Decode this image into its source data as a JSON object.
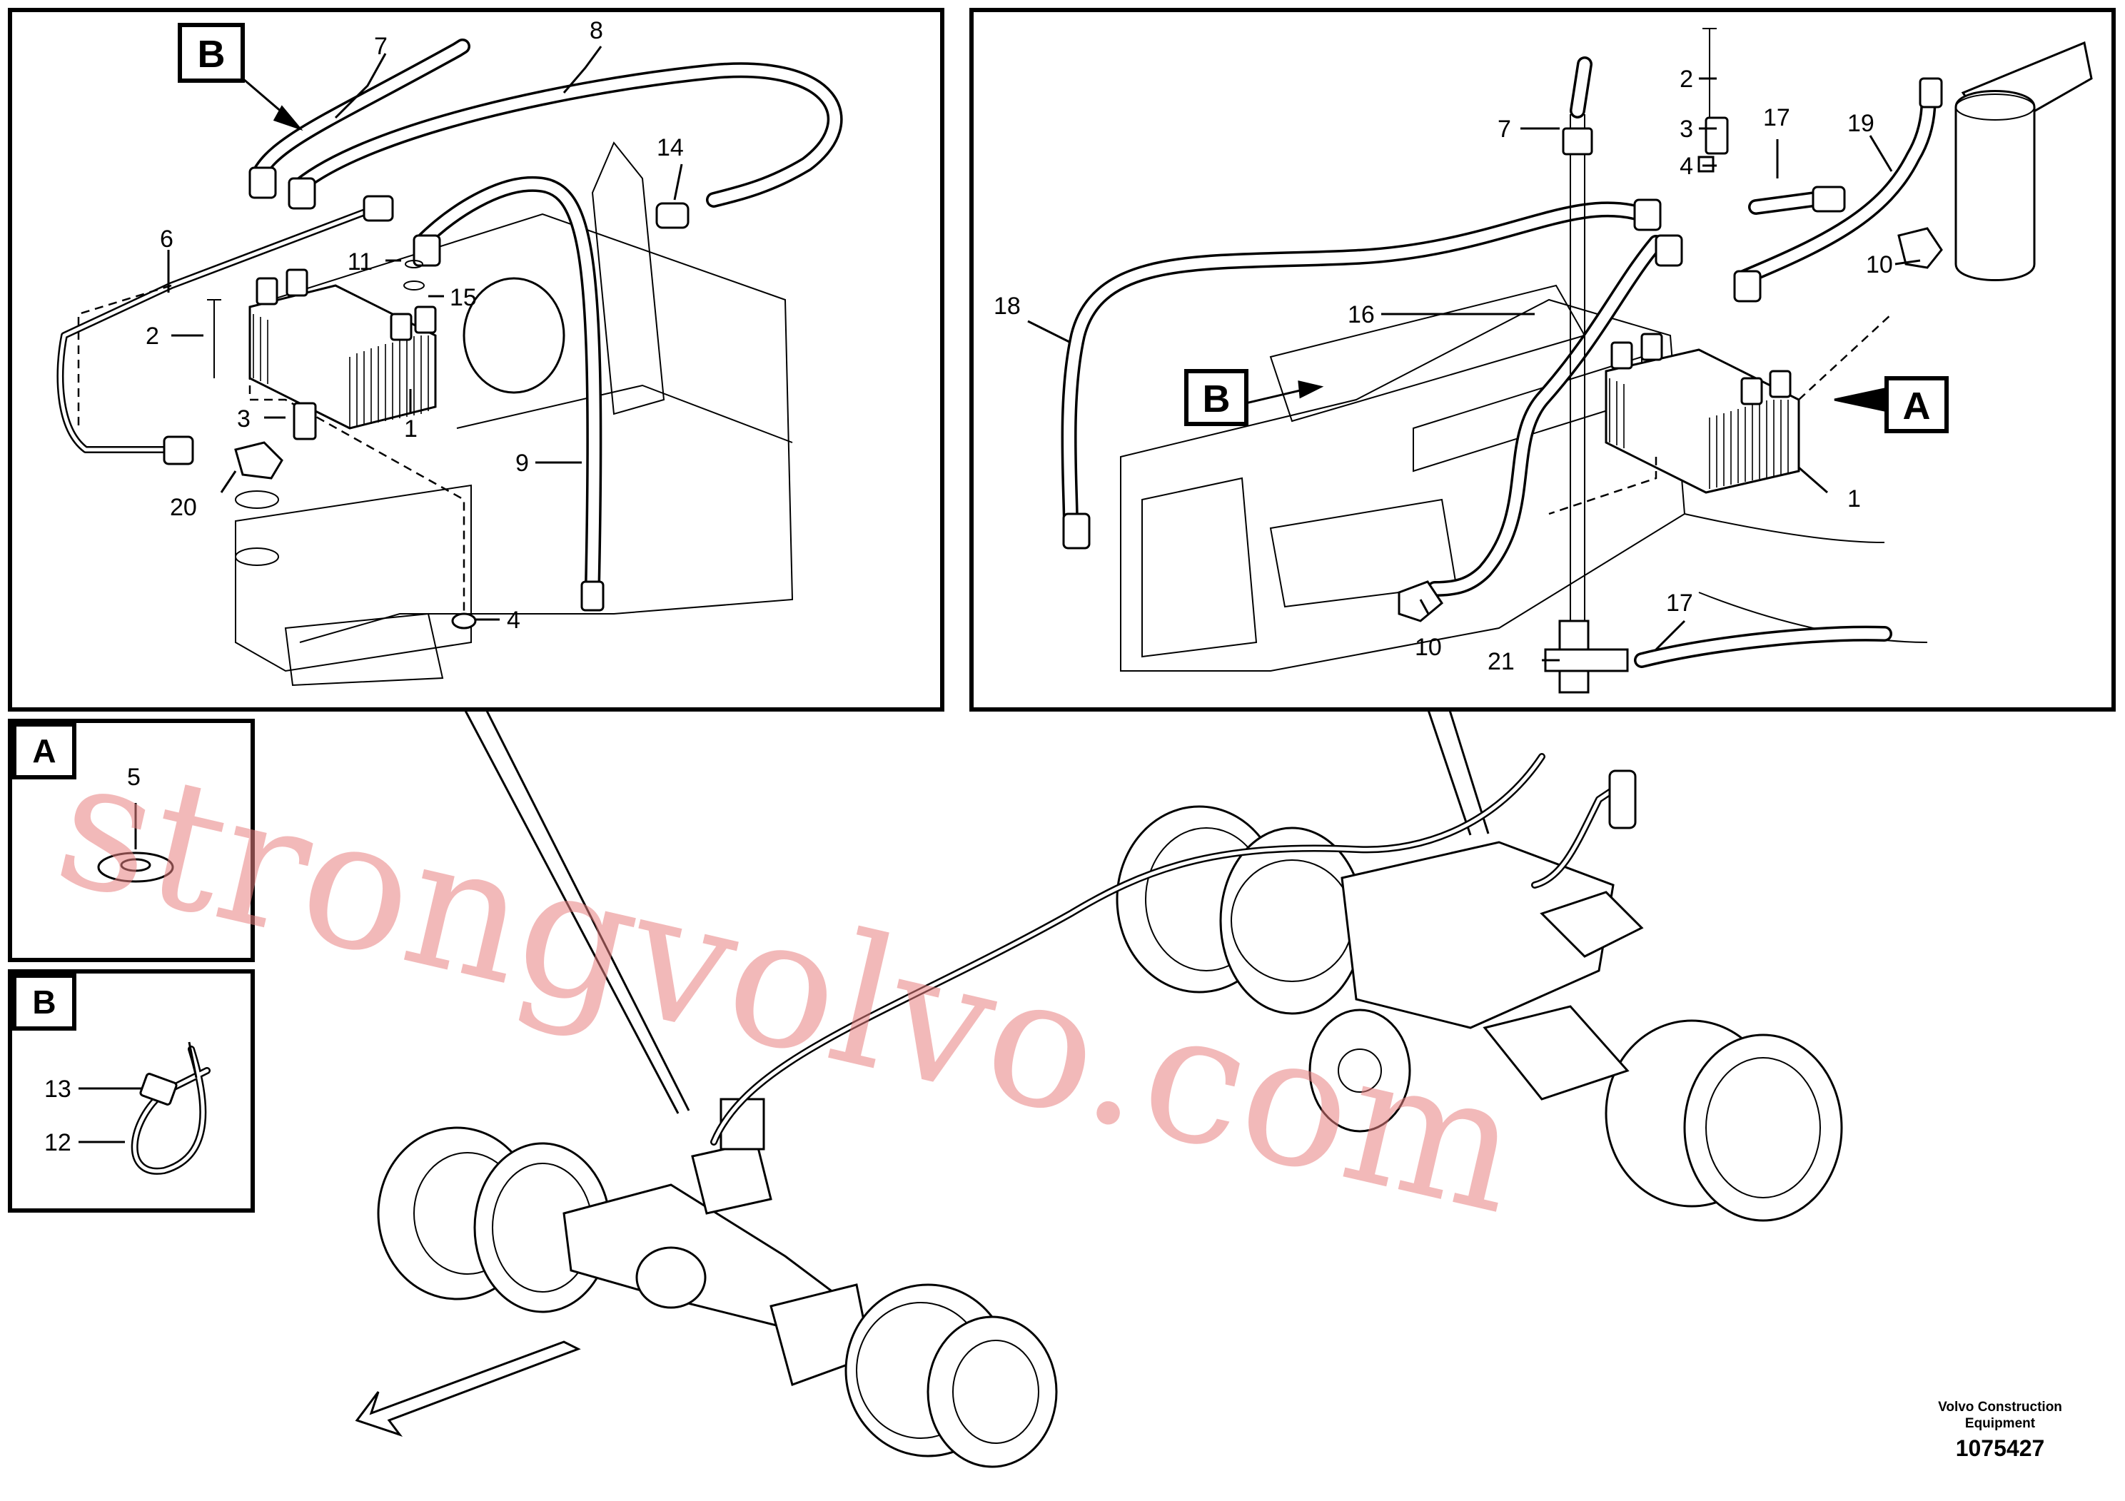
{
  "watermark": "strongvolvo.com",
  "title_block": {
    "company_line1": "Volvo Construction",
    "company_line2": "Equipment",
    "drawing_number": "1075427"
  },
  "insets": {
    "top_left": {
      "box_label": "B",
      "callouts": [
        "7",
        "8",
        "6",
        "14",
        "11",
        "15",
        "2",
        "3",
        "1",
        "9",
        "20",
        "4"
      ]
    },
    "top_right": {
      "box_label_b": "B",
      "box_label_a": "A",
      "callouts": [
        "2",
        "7",
        "3",
        "4",
        "17",
        "19",
        "10",
        "18",
        "16",
        "1",
        "10",
        "17",
        "21"
      ]
    },
    "detail_a": {
      "box_label": "A",
      "callouts": [
        "5"
      ]
    },
    "detail_b": {
      "box_label": "B",
      "callouts": [
        "13",
        "12"
      ]
    }
  }
}
